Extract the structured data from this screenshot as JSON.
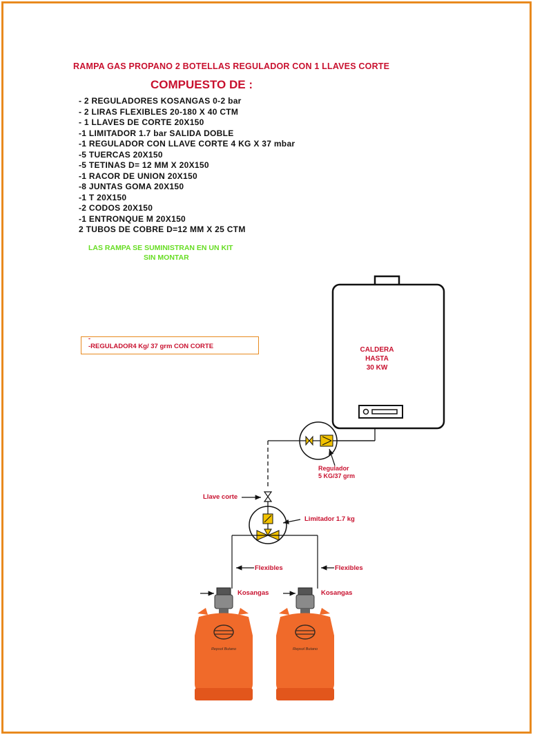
{
  "title": "RAMPA GAS PROPANO 2 BOTELLAS REGULADOR CON 1  LLAVES CORTE",
  "subtitle": "COMPUESTO DE :",
  "items": [
    "- 2  REGULADORES KOSANGAS 0-2 bar",
    "- 2  LIRAS FLEXIBLES 20-180 X 40 CTM",
    "- 1  LLAVES DE CORTE 20X150",
    " -1  LIMITADOR 1.7 bar SALIDA DOBLE",
    " -1  REGULADOR CON LLAVE CORTE 4 KG X 37 mbar",
    " -5  TUERCAS 20X150",
    " -5  TETINAS D= 12 MM X 20X150",
    " -1  RACOR DE UNION 20X150",
    " -8  JUNTAS GOMA 20X150",
    " -1  T 20X150",
    " -2  CODOS 20X150",
    " -1  ENTRONQUE M  20X150",
    "  2  TUBOS DE COBRE D=12 MM X 25 CTM"
  ],
  "kit_note": {
    "line1": "LAS RAMPA SE SUMINISTRAN EN UN KIT",
    "line2": "SIN MONTAR"
  },
  "regulator_box": {
    "dash": "-",
    "text": "-REGULADOR4 Kg/ 37 grm CON CORTE"
  },
  "boiler": {
    "line1": "CALDERA",
    "line2": "HASTA",
    "line3": "30 KW"
  },
  "labels": {
    "regulador_line1": "Regulador",
    "regulador_line2": "5 KG/37 grm",
    "llave_corte": "Llave corte",
    "limitador": "Limitador 1.7 kg",
    "flexibles_left": "Flexibles",
    "flexibles_right": "Flexibles",
    "kosangas_left": "Kosangas",
    "kosangas_right": "Kosangas"
  },
  "cylinder_brand": "Repsol Butano",
  "colors": {
    "frame": "#e8891e",
    "title": "#c8102e",
    "kit_note": "#66dd22",
    "cylinder": "#f06a2a",
    "valve_fill": "#f2c200"
  }
}
